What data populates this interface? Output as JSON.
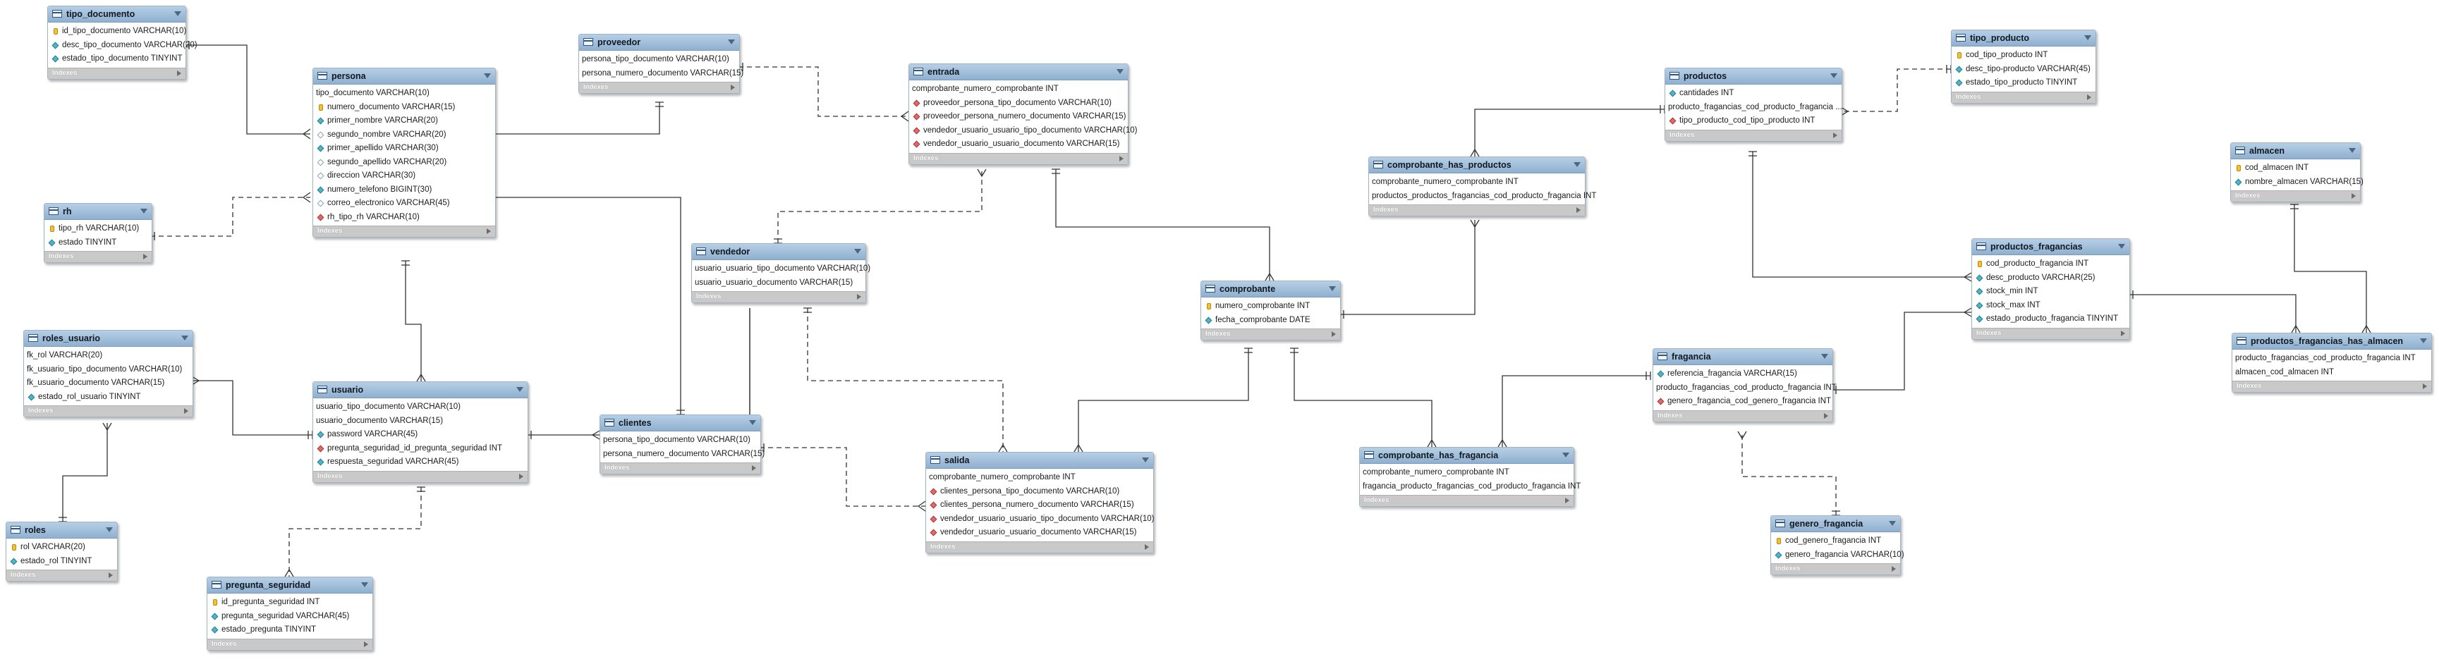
{
  "tables": [
    {
      "id": "tipo_documento",
      "name": "tipo_documento",
      "footer": "Indexes",
      "columns": [
        {
          "text": "id_tipo_documento VARCHAR(10)",
          "kind": "pk"
        },
        {
          "text": "desc_tipo_documento VARCHAR(20)",
          "kind": "nn"
        },
        {
          "text": "estado_tipo_documento TINYINT",
          "kind": "nn"
        }
      ]
    },
    {
      "id": "persona",
      "name": "persona",
      "footer": "Indexes",
      "columns": [
        {
          "text": "tipo_documento VARCHAR(10)",
          "kind": "plain"
        },
        {
          "text": "numero_documento VARCHAR(15)",
          "kind": "pk"
        },
        {
          "text": "primer_nombre VARCHAR(20)",
          "kind": "nn"
        },
        {
          "text": "segundo_nombre VARCHAR(20)",
          "kind": "col"
        },
        {
          "text": "primer_apellido VARCHAR(30)",
          "kind": "nn"
        },
        {
          "text": "segundo_apellido VARCHAR(20)",
          "kind": "col"
        },
        {
          "text": "direccion VARCHAR(30)",
          "kind": "col"
        },
        {
          "text": "numero_telefono BIGINT(30)",
          "kind": "nn"
        },
        {
          "text": "correo_electronico VARCHAR(45)",
          "kind": "col"
        },
        {
          "text": "rh_tipo_rh VARCHAR(10)",
          "kind": "fk"
        }
      ]
    },
    {
      "id": "proveedor",
      "name": "proveedor",
      "footer": "Indexes",
      "columns": [
        {
          "text": "persona_tipo_documento VARCHAR(10)",
          "kind": "plain"
        },
        {
          "text": "persona_numero_documento VARCHAR(15)",
          "kind": "plain"
        }
      ]
    },
    {
      "id": "entrada",
      "name": "entrada",
      "footer": "Indexes",
      "columns": [
        {
          "text": "comprobante_numero_comprobante INT",
          "kind": "plain"
        },
        {
          "text": "proveedor_persona_tipo_documento VARCHAR(10)",
          "kind": "fk"
        },
        {
          "text": "proveedor_persona_numero_documento VARCHAR(15)",
          "kind": "fk"
        },
        {
          "text": "vendedor_usuario_usuario_tipo_documento VARCHAR(10)",
          "kind": "fk"
        },
        {
          "text": "vendedor_usuario_usuario_documento VARCHAR(15)",
          "kind": "fk"
        }
      ]
    },
    {
      "id": "rh",
      "name": "rh",
      "footer": "Indexes",
      "columns": [
        {
          "text": "tipo_rh VARCHAR(10)",
          "kind": "pk"
        },
        {
          "text": "estado TINYINT",
          "kind": "nn"
        }
      ]
    },
    {
      "id": "vendedor",
      "name": "vendedor",
      "footer": "Indexes",
      "columns": [
        {
          "text": "usuario_usuario_tipo_documento VARCHAR(10)",
          "kind": "plain"
        },
        {
          "text": "usuario_usuario_documento VARCHAR(15)",
          "kind": "plain"
        }
      ]
    },
    {
      "id": "roles_usuario",
      "name": "roles_usuario",
      "footer": "Indexes",
      "columns": [
        {
          "text": "fk_rol VARCHAR(20)",
          "kind": "plain"
        },
        {
          "text": "fk_usuario_tipo_documento VARCHAR(10)",
          "kind": "plain"
        },
        {
          "text": "fk_usuario_documento VARCHAR(15)",
          "kind": "plain"
        },
        {
          "text": "estado_rol_usuario TINYINT",
          "kind": "nn"
        }
      ]
    },
    {
      "id": "usuario",
      "name": "usuario",
      "footer": "Indexes",
      "columns": [
        {
          "text": "usuario_tipo_documento VARCHAR(10)",
          "kind": "plain"
        },
        {
          "text": "usuario_documento VARCHAR(15)",
          "kind": "plain"
        },
        {
          "text": "password VARCHAR(45)",
          "kind": "nn"
        },
        {
          "text": "pregunta_seguridad_id_pregunta_seguridad INT",
          "kind": "fk"
        },
        {
          "text": "respuesta_seguridad VARCHAR(45)",
          "kind": "nn"
        }
      ]
    },
    {
      "id": "clientes",
      "name": "clientes",
      "footer": "Indexes",
      "columns": [
        {
          "text": "persona_tipo_documento VARCHAR(10)",
          "kind": "plain"
        },
        {
          "text": "persona_numero_documento VARCHAR(15)",
          "kind": "plain"
        }
      ]
    },
    {
      "id": "roles",
      "name": "roles",
      "footer": "Indexes",
      "columns": [
        {
          "text": "rol VARCHAR(20)",
          "kind": "pk"
        },
        {
          "text": "estado_rol TINYINT",
          "kind": "nn"
        }
      ]
    },
    {
      "id": "pregunta_seguridad",
      "name": "pregunta_seguridad",
      "footer": "Indexes",
      "columns": [
        {
          "text": "id_pregunta_seguridad INT",
          "kind": "pk"
        },
        {
          "text": "pregunta_seguridad VARCHAR(45)",
          "kind": "nn"
        },
        {
          "text": "estado_pregunta TINYINT",
          "kind": "nn"
        }
      ]
    },
    {
      "id": "salida",
      "name": "salida",
      "footer": "Indexes",
      "columns": [
        {
          "text": "comprobante_numero_comprobante INT",
          "kind": "plain"
        },
        {
          "text": "clientes_persona_tipo_documento VARCHAR(10)",
          "kind": "fk"
        },
        {
          "text": "clientes_persona_numero_documento VARCHAR(15)",
          "kind": "fk"
        },
        {
          "text": "vendedor_usuario_usuario_tipo_documento VARCHAR(10)",
          "kind": "fk"
        },
        {
          "text": "vendedor_usuario_usuario_documento VARCHAR(15)",
          "kind": "fk"
        }
      ]
    },
    {
      "id": "comprobante",
      "name": "comprobante",
      "footer": "Indexes",
      "columns": [
        {
          "text": "numero_comprobante INT",
          "kind": "pk"
        },
        {
          "text": "fecha_comprobante DATE",
          "kind": "nn"
        }
      ]
    },
    {
      "id": "comprobante_has_productos",
      "name": "comprobante_has_productos",
      "footer": "Indexes",
      "columns": [
        {
          "text": "comprobante_numero_comprobante INT",
          "kind": "plain"
        },
        {
          "text": "productos_productos_fragancias_cod_producto_fragancia INT",
          "kind": "plain"
        }
      ]
    },
    {
      "id": "comprobante_has_fragancia",
      "name": "comprobante_has_fragancia",
      "footer": "Indexes",
      "columns": [
        {
          "text": "comprobante_numero_comprobante INT",
          "kind": "plain"
        },
        {
          "text": "fragancia_producto_fragancias_cod_producto_fragancia INT",
          "kind": "plain"
        }
      ]
    },
    {
      "id": "productos",
      "name": "productos",
      "footer": "Indexes",
      "columns": [
        {
          "text": "cantidades INT",
          "kind": "nn"
        },
        {
          "text": "producto_fragancias_cod_producto_fragancia ...",
          "kind": "plain"
        },
        {
          "text": "tipo_producto_cod_tipo_producto INT",
          "kind": "fk"
        }
      ]
    },
    {
      "id": "tipo_producto",
      "name": "tipo_producto",
      "footer": "Indexes",
      "columns": [
        {
          "text": "cod_tipo_producto INT",
          "kind": "pk"
        },
        {
          "text": "desc_tipo-producto VARCHAR(45)",
          "kind": "nn"
        },
        {
          "text": "estado_tipo_producto TINYINT",
          "kind": "nn"
        }
      ]
    },
    {
      "id": "fragancia",
      "name": "fragancia",
      "footer": "Indexes",
      "columns": [
        {
          "text": "referencia_fragancia VARCHAR(15)",
          "kind": "nn"
        },
        {
          "text": "producto_fragancias_cod_producto_fragancia INT",
          "kind": "plain"
        },
        {
          "text": "genero_fragancia_cod_genero_fragancia INT",
          "kind": "fk"
        }
      ]
    },
    {
      "id": "genero_fragancia",
      "name": "genero_fragancia",
      "footer": "Indexes",
      "columns": [
        {
          "text": "cod_genero_fragancia INT",
          "kind": "pk"
        },
        {
          "text": "genero_fragancia VARCHAR(10)",
          "kind": "nn"
        }
      ]
    },
    {
      "id": "productos_fragancias",
      "name": "productos_fragancias",
      "footer": "Indexes",
      "columns": [
        {
          "text": "cod_producto_fragancia INT",
          "kind": "pk"
        },
        {
          "text": "desc_producto VARCHAR(25)",
          "kind": "nn"
        },
        {
          "text": "stock_min INT",
          "kind": "nn"
        },
        {
          "text": "stock_max INT",
          "kind": "nn"
        },
        {
          "text": "estado_producto_fragancia TINYINT",
          "kind": "nn"
        }
      ]
    },
    {
      "id": "almacen",
      "name": "almacen",
      "footer": "Indexes",
      "columns": [
        {
          "text": "cod_almacen INT",
          "kind": "pk"
        },
        {
          "text": "nombre_almacen VARCHAR(15)",
          "kind": "nn"
        }
      ]
    },
    {
      "id": "productos_fragancias_has_almacen",
      "name": "productos_fragancias_has_almacen",
      "footer": "Indexes",
      "columns": [
        {
          "text": "producto_fragancias_cod_producto_fragancia INT",
          "kind": "plain"
        },
        {
          "text": "almacen_cod_almacen INT",
          "kind": "plain"
        }
      ]
    }
  ]
}
